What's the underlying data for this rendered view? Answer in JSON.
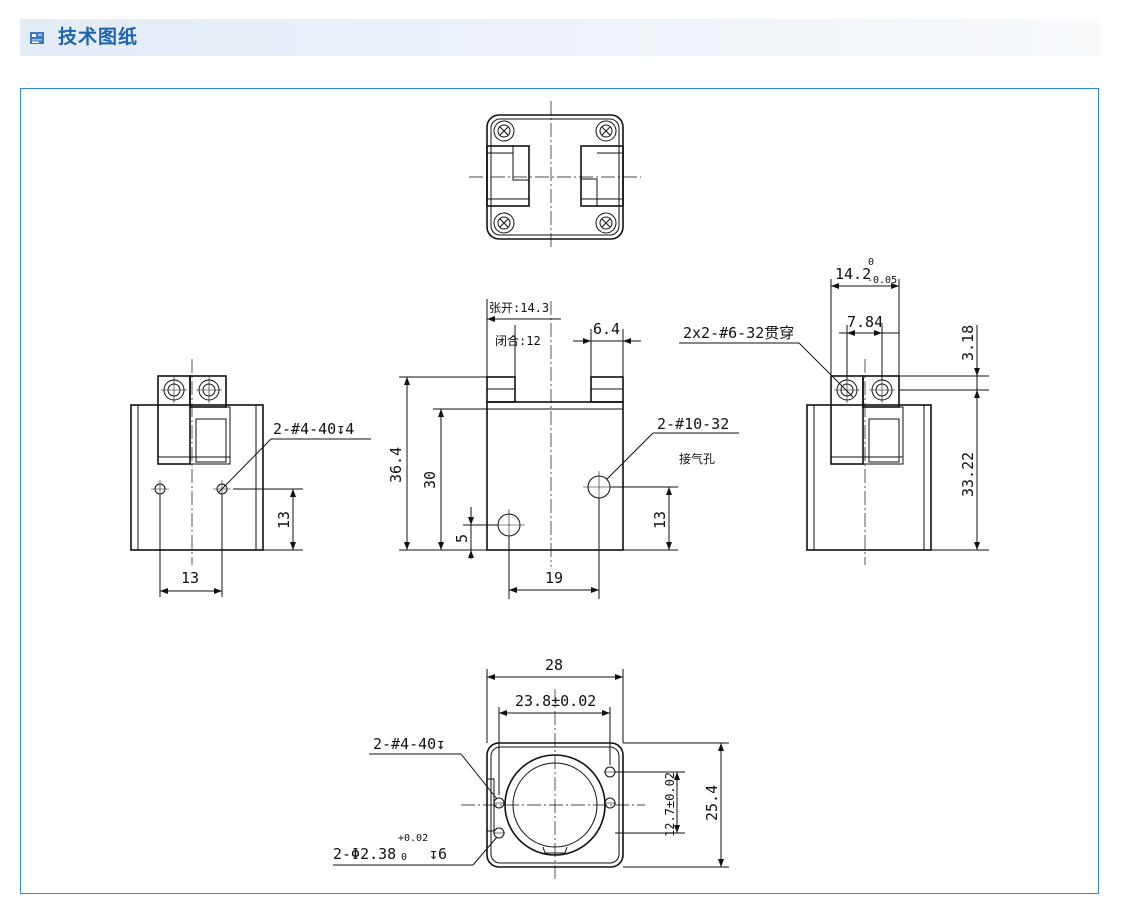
{
  "header": {
    "title": "技术图纸",
    "icon": "gear-doc-icon",
    "accent_color": "#1d64b0",
    "frame_color": "#2a8fd6"
  },
  "drawing": {
    "front": {
      "dim_height_total": "36.4",
      "dim_height_body": "30",
      "dim_port_low": "5",
      "dim_port_high": "13",
      "dim_port_span": "19",
      "dim_open": "张开:14.3",
      "dim_close": "闭合:12",
      "dim_jaw": "6.4",
      "callout_port": "2-#10-32",
      "callout_port_note": "接气孔"
    },
    "left": {
      "callout_thread": "2-#4-40↧4",
      "dim_hole_height": "13",
      "dim_hole_span": "13"
    },
    "right": {
      "dim_width_main": "14.2",
      "dim_width_upper_tol": "0",
      "dim_width_lower_tol": "-0.05",
      "dim_hole_pitch": "7.84",
      "callout_thru": "2x2-#6-32贯穿",
      "dim_top_offset": "3.18",
      "dim_height": "33.22"
    },
    "bottom": {
      "dim_width_total": "28",
      "dim_width_holes": "23.8±0.02",
      "dim_height_total": "25.4",
      "dim_hole_pitch": "12.7±0.02",
      "callout_thread": "2-#4-40↧",
      "callout_pin_prefix": "2-Φ2.38",
      "callout_pin_upper": "+0.02",
      "callout_pin_lower": "0",
      "callout_pin_depth": "↧6"
    }
  }
}
